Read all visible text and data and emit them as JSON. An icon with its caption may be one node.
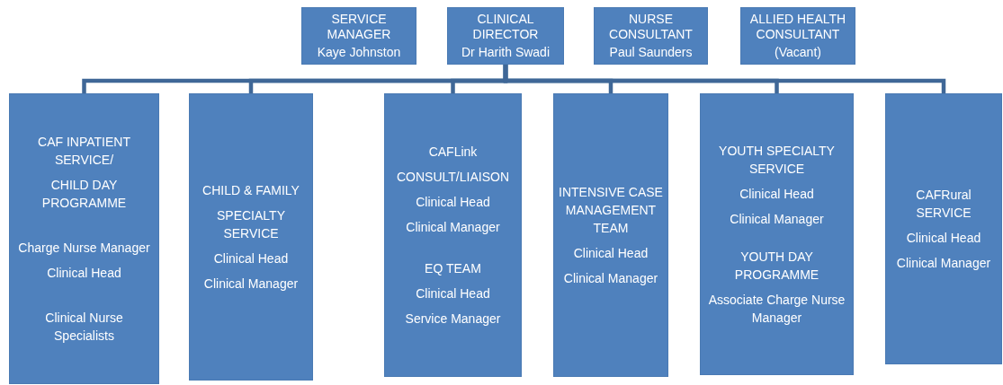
{
  "diagram": {
    "nodes": [
      {
        "text": [
          "SERVICE MANAGER",
          "Kaye Johnston"
        ]
      },
      {
        "text": [
          "CLINICAL DIRECTOR",
          "Dr Harith Swadi"
        ]
      },
      {
        "text": [
          "NURSE CONSULTANT",
          "Paul Saunders"
        ]
      },
      {
        "text": [
          "ALLIED HEALTH CONSULTANT",
          "(Vacant)"
        ]
      },
      {
        "text": [
          "CAF INPATIENT SERVICE/",
          "CHILD DAY PROGRAMME",
          "Charge Nurse Manager",
          "Clinical Head",
          "Clinical Nurse Specialists"
        ]
      },
      {
        "text": [
          "CHILD & FAMILY",
          "SPECIALTY SERVICE",
          "Clinical Head",
          "Clinical Manager"
        ]
      },
      {
        "text": [
          "CAFLink",
          "CONSULT/LIAISON",
          "Clinical Head",
          "Clinical Manager",
          "EQ TEAM",
          "Clinical Head",
          "Service Manager"
        ]
      },
      {
        "text": [
          "INTENSIVE CASE MANAGEMENT TEAM",
          "Clinical Head",
          "Clinical Manager"
        ]
      },
      {
        "text": [
          "YOUTH SPECIALTY SERVICE",
          "Clinical Head",
          "Clinical Manager",
          "YOUTH DAY PROGRAMME",
          "Associate Charge Nurse Manager"
        ]
      },
      {
        "text": [
          "CAFRural SERVICE",
          "Clinical Head",
          "Clinical Manager"
        ]
      }
    ],
    "edges": [
      {
        "from": 1,
        "to": 4,
        "arrow": "none"
      },
      {
        "from": 1,
        "to": 5,
        "arrow": "none"
      },
      {
        "from": 1,
        "to": 6,
        "arrow": "none"
      },
      {
        "from": 1,
        "to": 7,
        "arrow": "none"
      },
      {
        "from": 1,
        "to": 8,
        "arrow": "none"
      },
      {
        "from": 1,
        "to": 9,
        "arrow": "none"
      }
    ]
  }
}
